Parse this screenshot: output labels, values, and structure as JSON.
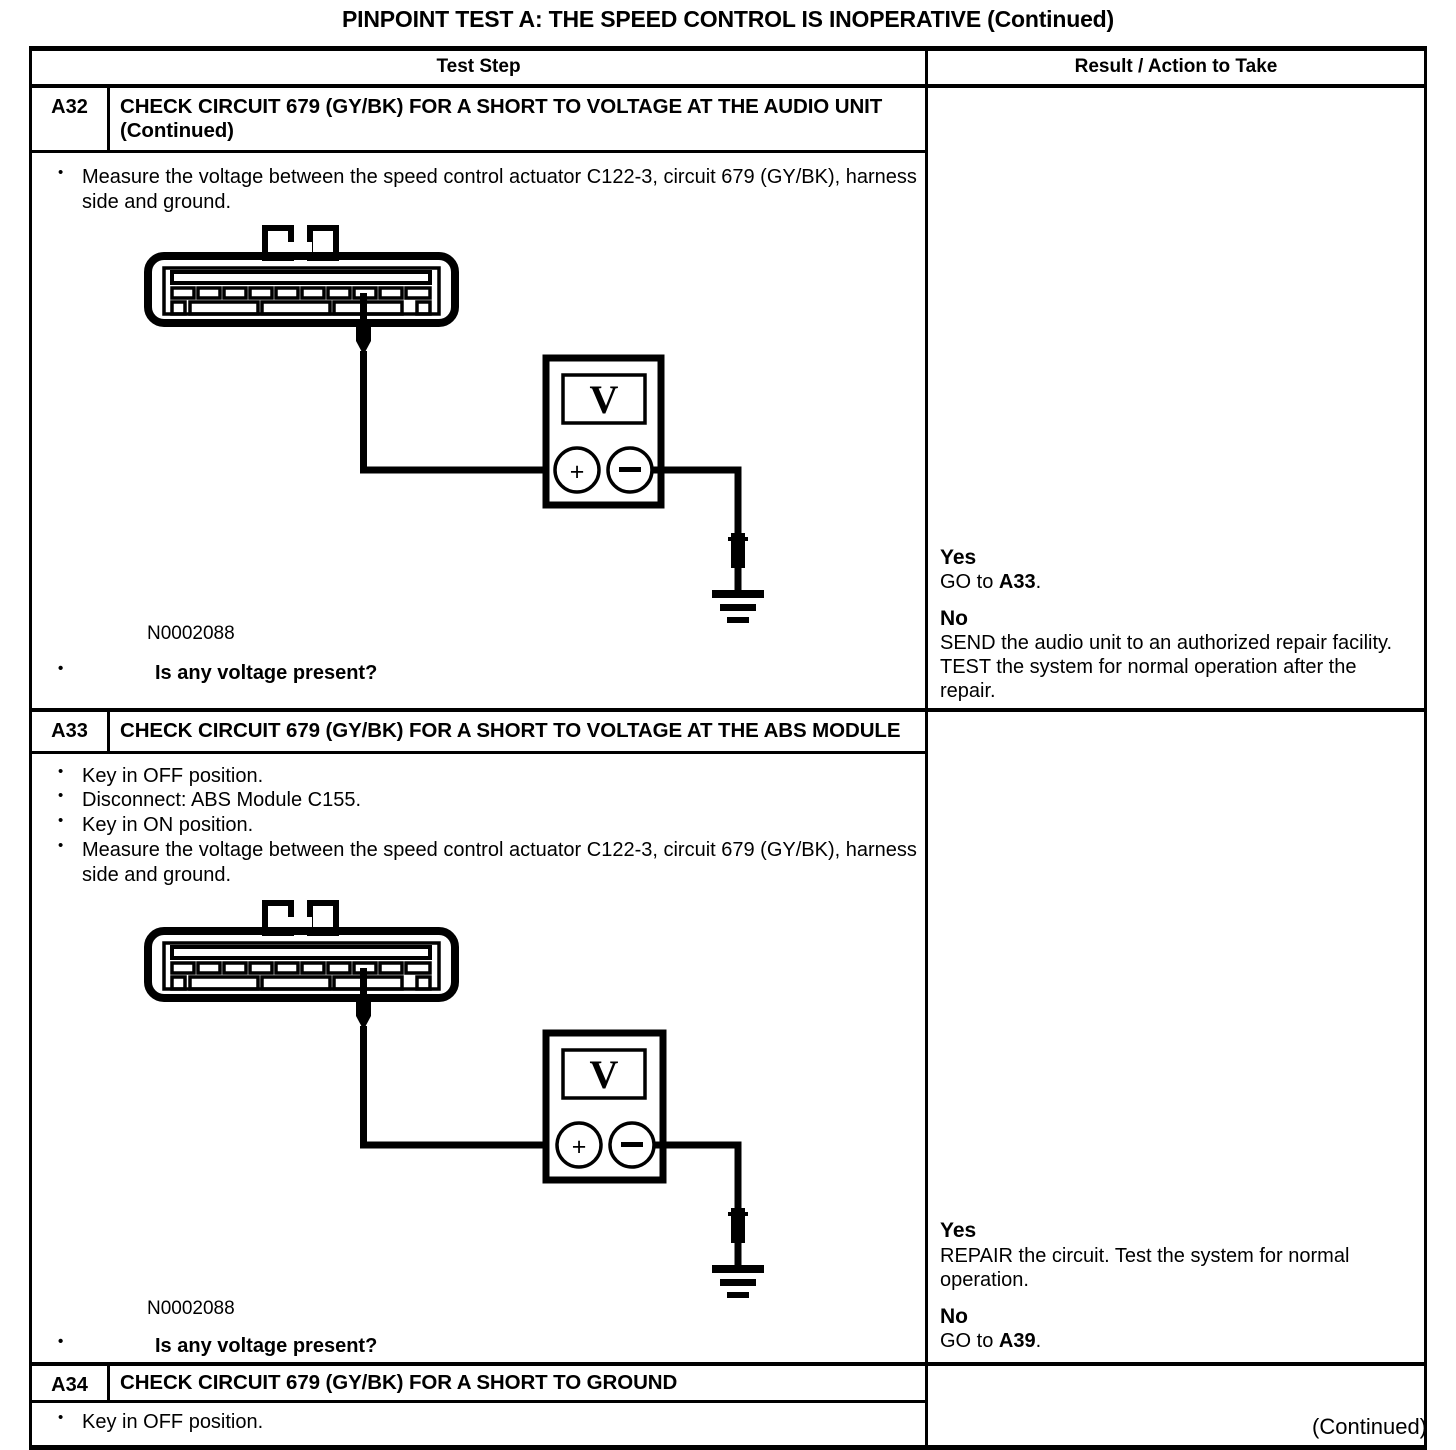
{
  "document": {
    "title": "PINPOINT TEST  A: THE SPEED CONTROL IS INOPERATIVE (Continued)",
    "footer": "(Continued)"
  },
  "table": {
    "headers": {
      "test_step": "Test Step",
      "result_action": "Result / Action to Take"
    }
  },
  "steps": [
    {
      "id": "A32",
      "heading": "CHECK CIRCUIT 679 (GY/BK) FOR A SHORT TO VOLTAGE AT THE AUDIO UNIT (Continued)",
      "bullets": [
        "Measure the voltage between the speed control actuator C122-3, circuit 679 (GY/BK), harness side and ground."
      ],
      "part_number": "N0002088",
      "question": "Is any voltage present?",
      "results": [
        {
          "label": "Yes",
          "text": "GO to ",
          "bold_ref": "A33",
          "tail": "."
        },
        {
          "label": "No",
          "text": "SEND the audio unit to an authorized repair facility. TEST the system for normal operation after the repair.",
          "bold_ref": "",
          "tail": ""
        }
      ]
    },
    {
      "id": "A33",
      "heading": "CHECK CIRCUIT 679 (GY/BK) FOR A SHORT TO VOLTAGE AT THE ABS MODULE",
      "bullets": [
        "Key in OFF position.",
        "Disconnect: ABS Module C155.",
        "Key in ON position.",
        "Measure the voltage between the speed control actuator C122-3, circuit 679 (GY/BK), harness side and ground."
      ],
      "part_number": "N0002088",
      "question": "Is any voltage present?",
      "results": [
        {
          "label": "Yes",
          "text": "REPAIR the circuit. Test the system for normal operation.",
          "bold_ref": "",
          "tail": ""
        },
        {
          "label": "No",
          "text": "GO to ",
          "bold_ref": "A39",
          "tail": "."
        }
      ]
    },
    {
      "id": "A34",
      "heading": "CHECK CIRCUIT 679 (GY/BK) FOR A SHORT TO GROUND",
      "bullets": [
        "Key in OFF position."
      ],
      "part_number": "",
      "question": "",
      "results": []
    }
  ],
  "diagram": {
    "meter_display": "V",
    "terminal_positive": "+",
    "terminal_negative": "−",
    "connector_pin_count": 10,
    "icon_names": {
      "connector": "harness-connector-icon",
      "meter": "voltmeter-icon",
      "ground": "ground-symbol-icon",
      "probe": "test-probe-icon"
    }
  },
  "colors": {
    "ink": "#000000",
    "paper": "#ffffff"
  }
}
